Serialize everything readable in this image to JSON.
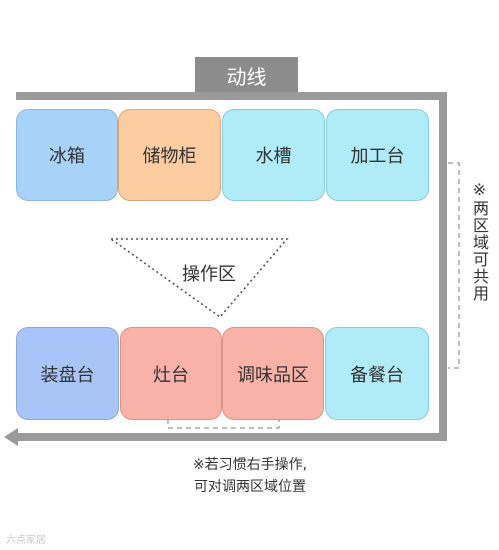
{
  "title": "动线",
  "top_row": [
    {
      "label": "冰箱",
      "color": "#a9d2f8"
    },
    {
      "label": "储物柜",
      "color": "#fbcc9f"
    },
    {
      "label": "水槽",
      "color": "#b0ebf8"
    },
    {
      "label": "加工台",
      "color": "#b0ebf8"
    }
  ],
  "operation_area": "操作区",
  "bottom_row": [
    {
      "label": "装盘台",
      "color": "#a9c4f7"
    },
    {
      "label": "灶台",
      "color": "#f8b2a8"
    },
    {
      "label": "调味品区",
      "color": "#f8b2a8"
    },
    {
      "label": "备餐台",
      "color": "#b0ebf8"
    }
  ],
  "side_note": "※两区域可共用",
  "bottom_note": {
    "line1": "※若习惯右手操作,",
    "line2": "可对调两区域位置"
  },
  "watermark": "六点家居"
}
